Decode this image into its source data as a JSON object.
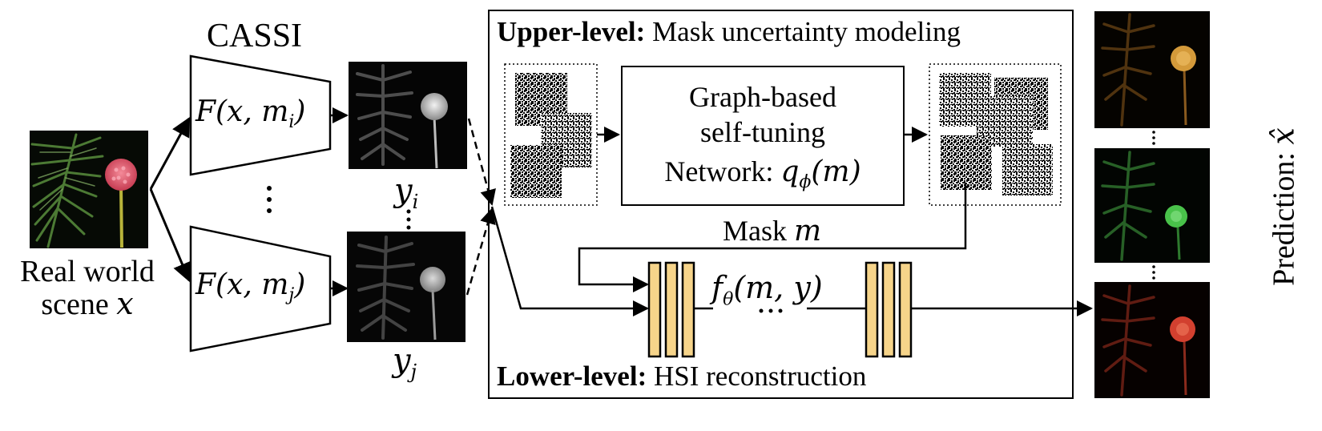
{
  "cassi": {
    "title": "CASSI",
    "top_operator": "F(x, m_i)",
    "bottom_operator": "F(x, m_j)"
  },
  "scene": {
    "label_line1": "Real world",
    "label_line2": "scene x"
  },
  "measurements": {
    "top_label": "y_i",
    "bottom_label": "y_j"
  },
  "framework": {
    "upper_title_bold": "Upper-level:",
    "upper_title_rest": "Mask uncertainty modeling",
    "network_line1": "Graph-based",
    "network_line2": "self-tuning",
    "network_line3": "Network: q_ϕ(m)",
    "mask_label": "Mask m",
    "recon_label": "f_θ(m, y)",
    "lower_title_bold": "Lower-level:",
    "lower_title_rest": "HSI reconstruction"
  },
  "prediction": {
    "label": "Prediction: x̂"
  },
  "colors": {
    "block_fill": "#f6d48a",
    "flower_pink": "#e0566a",
    "flower_orange": "#d49a3a",
    "band_green": "#49c24a",
    "band_red": "#d2402f",
    "band_orange": "#b06a1f"
  }
}
